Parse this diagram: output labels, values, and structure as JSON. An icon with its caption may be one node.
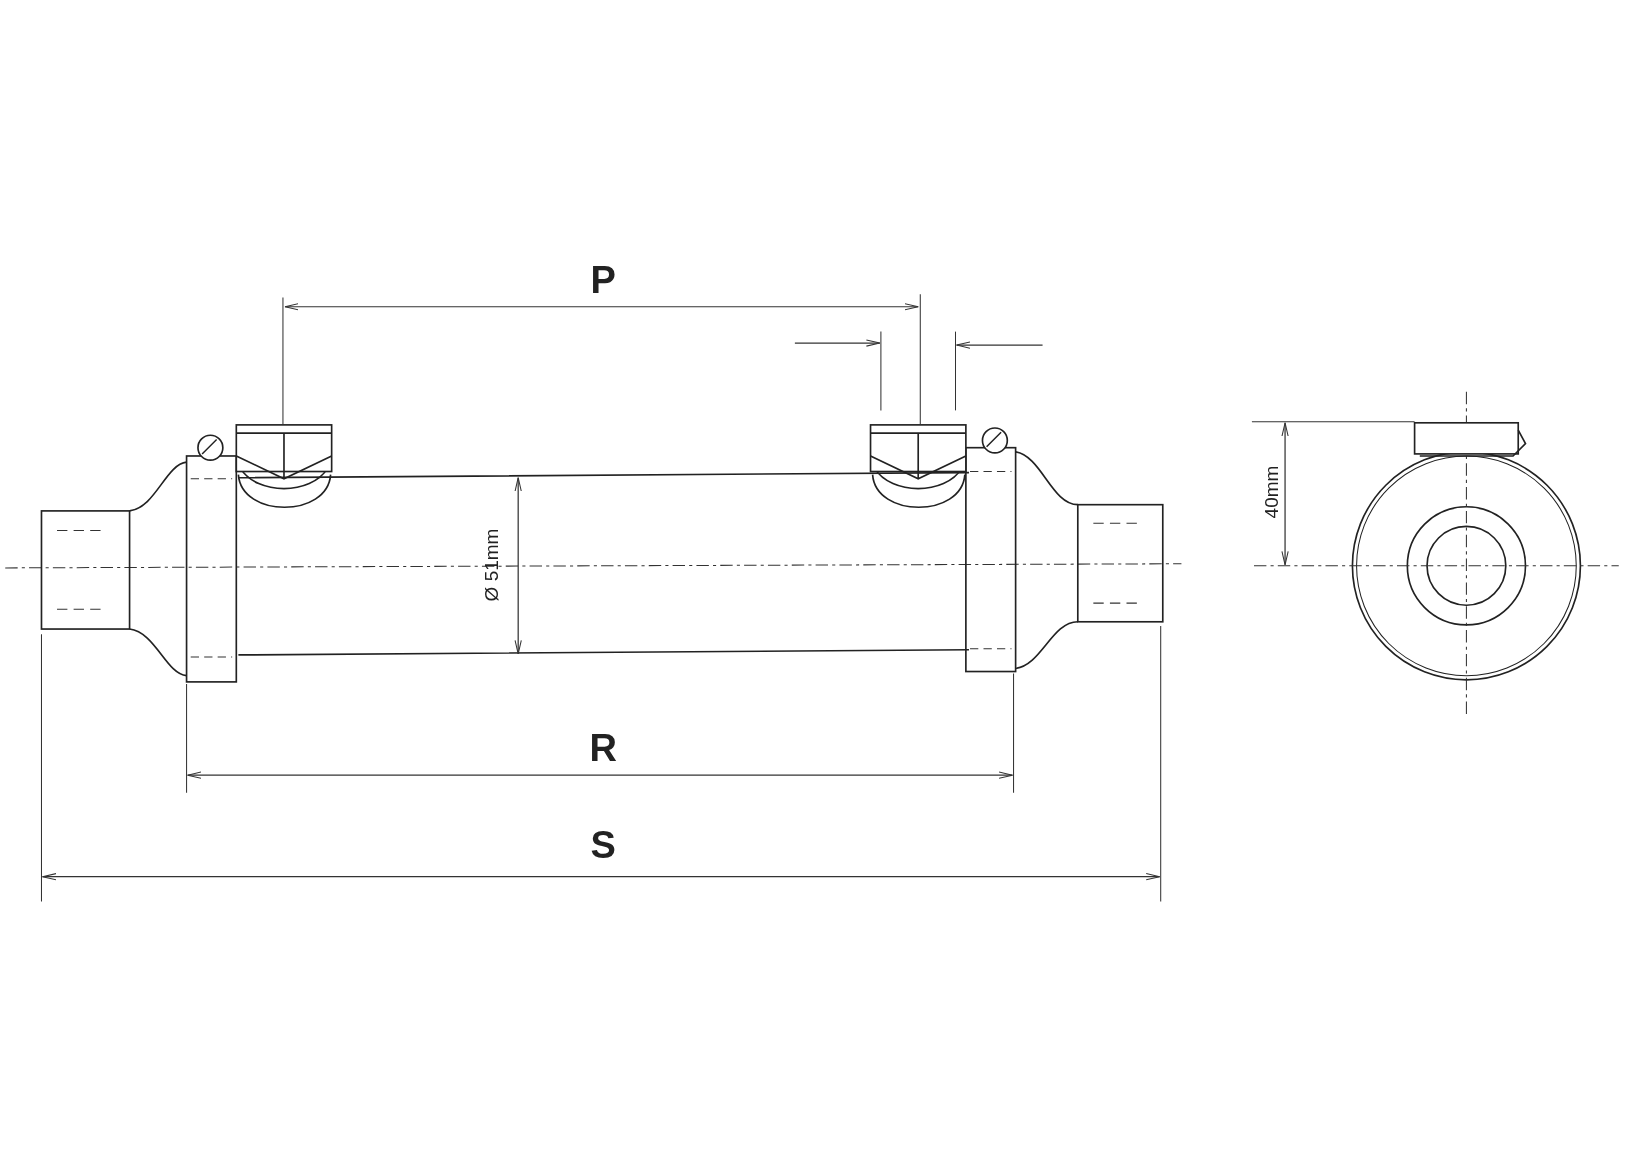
{
  "diagram": {
    "labels": [
      "P",
      "Ø 51mm",
      "R",
      "S",
      "40mm"
    ]
  }
}
